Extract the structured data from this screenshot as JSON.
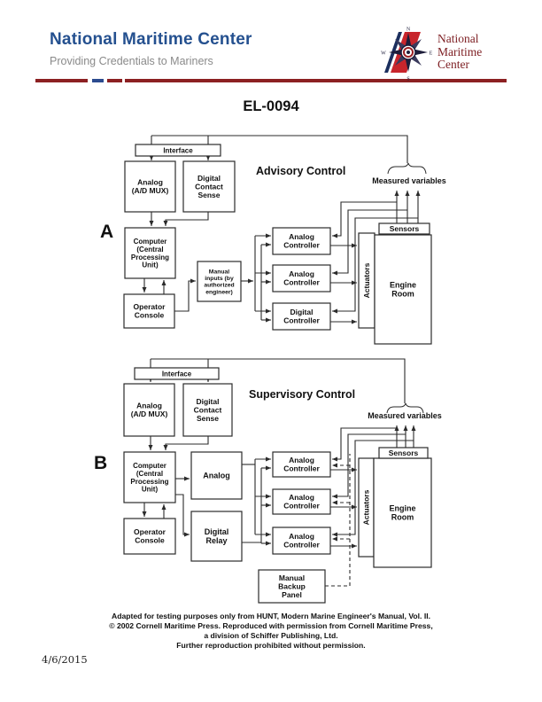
{
  "header": {
    "title": "National Maritime Center",
    "subtitle": "Providing Credentials to Mariners",
    "brand_colors": {
      "navy": "#24508f",
      "gray": "#8a8a8a",
      "maroon": "#8c2022"
    },
    "logo": {
      "icon": "compass-rose-icon",
      "text_lines": [
        "National",
        "Maritime",
        "Center"
      ],
      "compass_points": {
        "n": "N",
        "e": "E",
        "s": "S",
        "w": "W"
      }
    }
  },
  "document": {
    "title": "EL-0094",
    "date": "4/6/2015"
  },
  "footer": {
    "lines": [
      "Adapted for testing purposes only from HUNT, Modern Marine Engineer's Manual, Vol. II.",
      "© 2002 Cornell Maritime Press. Reproduced with permission from Cornell Maritime Press,",
      "a division of Schiffer Publishing, Ltd.",
      "Further reproduction prohibited without permission."
    ]
  },
  "diagram_a": {
    "section_label": "A",
    "title": "Advisory Control",
    "measured_variables_label": "Measured variables",
    "boxes": {
      "interface": [
        "Interface"
      ],
      "analog_mux": [
        "Analog",
        "(A/D MUX)"
      ],
      "digital_contact_sense": [
        "Digital",
        "Contact",
        "Sense"
      ],
      "computer": [
        "Computer",
        "(Central",
        "Processing",
        "Unit)"
      ],
      "operator_console": [
        "Operator",
        "Console"
      ],
      "manual_inputs": [
        "Manual",
        "inputs (by",
        "authorized",
        "engineer)"
      ],
      "analog_controller_1": [
        "Analog",
        "Controller"
      ],
      "analog_controller_2": [
        "Analog",
        "Controller"
      ],
      "digital_controller": [
        "Digital",
        "Controller"
      ],
      "actuators": [
        "Actuators"
      ],
      "engine_room": [
        "Engine",
        "Room"
      ],
      "sensors": [
        "Sensors"
      ]
    }
  },
  "diagram_b": {
    "section_label": "B",
    "title": "Supervisory Control",
    "measured_variables_label": "Measured variables",
    "boxes": {
      "interface": [
        "Interface"
      ],
      "analog_mux": [
        "Analog",
        "(A/D MUX)"
      ],
      "digital_contact_sense": [
        "Digital",
        "Contact",
        "Sense"
      ],
      "computer": [
        "Computer",
        "(Central",
        "Processing",
        "Unit)"
      ],
      "operator_console": [
        "Operator",
        "Console"
      ],
      "analog_unit": [
        "Analog"
      ],
      "digital_relay": [
        "Digital",
        "Relay"
      ],
      "analog_controller_1": [
        "Analog",
        "Controller"
      ],
      "analog_controller_2": [
        "Analog",
        "Controller"
      ],
      "analog_controller_3": [
        "Analog",
        "Controller"
      ],
      "manual_backup_panel": [
        "Manual",
        "Backup",
        "Panel"
      ],
      "actuators": [
        "Actuators"
      ],
      "engine_room": [
        "Engine",
        "Room"
      ],
      "sensors": [
        "Sensors"
      ]
    }
  }
}
